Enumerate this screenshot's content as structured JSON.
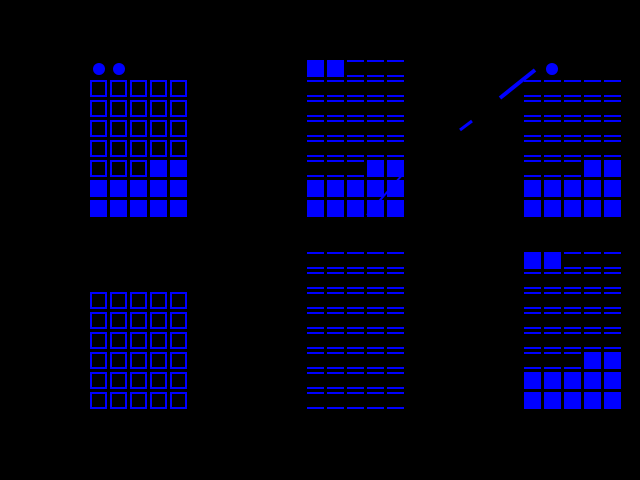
{
  "colors": {
    "background": "#000000",
    "accent": "#0000ff"
  },
  "boards": [
    {
      "style": "outline",
      "grid": [
        [
          0,
          0,
          0,
          0,
          0
        ],
        [
          0,
          0,
          0,
          0,
          0
        ],
        [
          0,
          0,
          0,
          0,
          0
        ],
        [
          0,
          0,
          0,
          0,
          0
        ],
        [
          0,
          0,
          0,
          1,
          1
        ],
        [
          1,
          1,
          1,
          1,
          1
        ],
        [
          1,
          1,
          1,
          1,
          1
        ]
      ],
      "pieces_preview": 2
    },
    {
      "style": "lines",
      "grid": [
        [
          1,
          1,
          0,
          0,
          0
        ],
        [
          0,
          0,
          0,
          0,
          0
        ],
        [
          0,
          0,
          0,
          0,
          0
        ],
        [
          0,
          0,
          0,
          0,
          0
        ],
        [
          0,
          0,
          0,
          0,
          0
        ],
        [
          0,
          0,
          0,
          1,
          1
        ],
        [
          1,
          1,
          1,
          1,
          1
        ],
        [
          1,
          1,
          1,
          1,
          1
        ]
      ],
      "pieces_preview": 0
    },
    {
      "style": "lines",
      "grid": [
        [
          0,
          0,
          0,
          0,
          0
        ],
        [
          0,
          0,
          0,
          0,
          0
        ],
        [
          0,
          0,
          0,
          0,
          0
        ],
        [
          0,
          0,
          0,
          0,
          0
        ],
        [
          0,
          0,
          0,
          1,
          1
        ],
        [
          1,
          1,
          1,
          1,
          1
        ],
        [
          1,
          1,
          1,
          1,
          1
        ]
      ],
      "pieces_preview": 1
    },
    {
      "style": "outline",
      "grid": [
        [
          0,
          0,
          0,
          0,
          0
        ],
        [
          0,
          0,
          0,
          0,
          0
        ],
        [
          0,
          0,
          0,
          0,
          0
        ],
        [
          0,
          0,
          0,
          0,
          0
        ],
        [
          0,
          0,
          0,
          0,
          0
        ],
        [
          0,
          0,
          0,
          0,
          0
        ]
      ],
      "pieces_preview": 0
    },
    {
      "style": "lines",
      "grid": [
        [
          0,
          0,
          0,
          0,
          0
        ],
        [
          0,
          0,
          0,
          0,
          0
        ],
        [
          0,
          0,
          0,
          0,
          0
        ],
        [
          0,
          0,
          0,
          0,
          0
        ],
        [
          0,
          0,
          0,
          0,
          0
        ],
        [
          0,
          0,
          0,
          0,
          0
        ],
        [
          0,
          0,
          0,
          0,
          0
        ],
        [
          0,
          0,
          0,
          0,
          0
        ]
      ],
      "pieces_preview": 0
    },
    {
      "style": "lines",
      "grid": [
        [
          1,
          1,
          0,
          0,
          0
        ],
        [
          0,
          0,
          0,
          0,
          0
        ],
        [
          0,
          0,
          0,
          0,
          0
        ],
        [
          0,
          0,
          0,
          0,
          0
        ],
        [
          0,
          0,
          0,
          0,
          0
        ],
        [
          0,
          0,
          0,
          1,
          1
        ],
        [
          1,
          1,
          1,
          1,
          1
        ],
        [
          1,
          1,
          1,
          1,
          1
        ]
      ],
      "pieces_preview": 0
    }
  ]
}
